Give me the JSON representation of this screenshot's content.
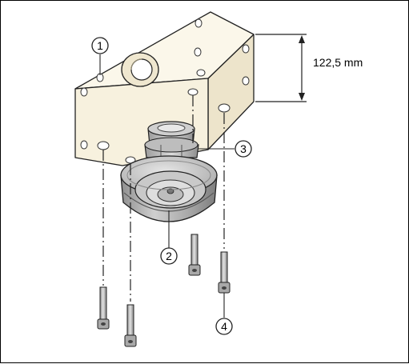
{
  "dimension": {
    "value_text": "122,5 mm"
  },
  "callouts": [
    {
      "id": "1",
      "label": "1",
      "refers_to": "mounting-block"
    },
    {
      "id": "2",
      "label": "2",
      "refers_to": "sensor-flange"
    },
    {
      "id": "3",
      "label": "3",
      "refers_to": "hex-adapter"
    },
    {
      "id": "4",
      "label": "4",
      "refers_to": "cap-screws"
    }
  ],
  "colors": {
    "block_front": "#f7f1de",
    "block_top": "#fbf7ea",
    "block_side": "#eee5cc",
    "metal_light": "#d6d6d6",
    "metal_mid": "#b5b5b5",
    "metal_dark": "#8c8c8c",
    "outline": "#222222"
  }
}
